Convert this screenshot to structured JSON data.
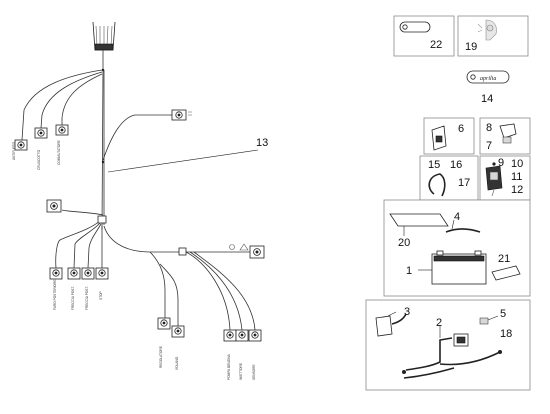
{
  "callouts": {
    "n1": "1",
    "n2": "2",
    "n3": "3",
    "n4": "4",
    "n5": "5",
    "n6": "6",
    "n7": "7",
    "n8": "8",
    "n9": "9",
    "n10": "10",
    "n11": "11",
    "n12": "12",
    "n13": "13",
    "n14": "14",
    "n15": "15",
    "n16": "16",
    "n17": "17",
    "n18": "18",
    "n19": "19",
    "n20": "20",
    "n21": "21",
    "n22": "22"
  },
  "logo_text": "aprilia",
  "colors": {
    "line": "#222222",
    "panel_border": "#8a8a8a",
    "background": "#ffffff"
  }
}
